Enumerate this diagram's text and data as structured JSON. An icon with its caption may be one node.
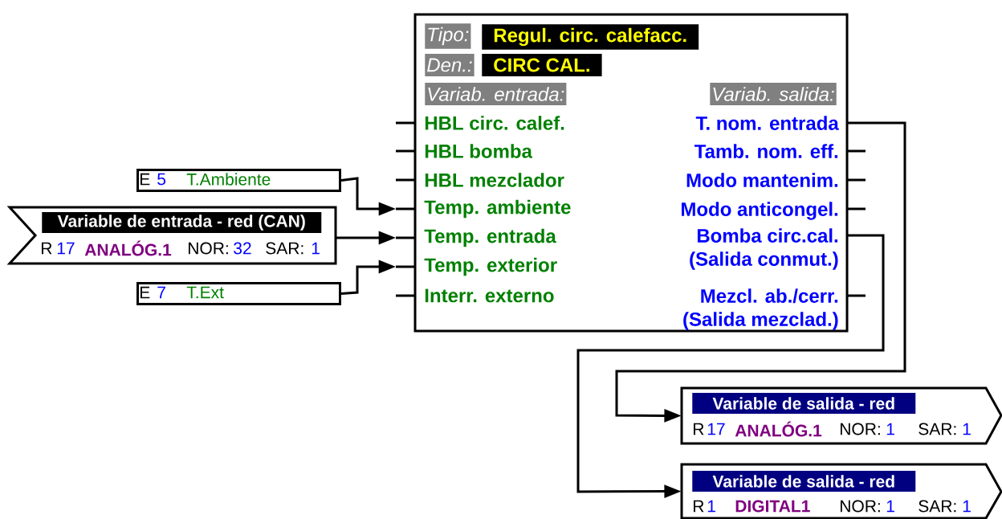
{
  "diagram": {
    "nodes": [
      {
        "text": [
          "Tipo:",
          "Regul. circ. calefacc.",
          "Den.:",
          "CIRC CAL.",
          "Variab. entrada:",
          "Variab. salida:"
        ]
      },
      {
        "text": [
          "HBL circ. calef."
        ],
        "in": 0
      },
      {
        "text": [
          "HBL bomba"
        ],
        "in": 0
      },
      {
        "text": [
          "HBL mezclador"
        ],
        "in": 0
      },
      {
        "text": [
          "Temp. ambiente"
        ],
        "in": 0
      },
      {
        "text": [
          "Temp. entrada"
        ],
        "in": 0
      },
      {
        "text": [
          "Temp. exterior"
        ],
        "in": 0
      },
      {
        "text": [
          "Interr. externo"
        ],
        "in": 0
      },
      {
        "text": [
          "T. nom. entrada"
        ],
        "in": 0
      },
      {
        "text": [
          "Tamb. nom. eff."
        ],
        "in": 0
      },
      {
        "text": [
          "Modo mantenim."
        ],
        "in": 0
      },
      {
        "text": [
          "Modo anticongel."
        ],
        "in": 0
      },
      {
        "text": [
          "Bomba circ.cal. (Salida conmut.)"
        ],
        "in": 0
      },
      {
        "text": [
          "Mezcl. ab./cerr. (Salida mezclad.)"
        ],
        "in": 0
      },
      {
        "text": [
          "E",
          "5",
          "T.Ambiente"
        ]
      },
      {
        "text": [
          "Variable de entrada - red (CAN)",
          "R",
          "17",
          "ANALÓG.1",
          "NOR:",
          "32",
          "SAR:",
          "1"
        ]
      },
      {
        "text": [
          "E",
          "7",
          "T.Ext"
        ]
      },
      {
        "text": [
          "Variable de salida - red",
          "R",
          "17",
          "ANALÓG.1",
          "NOR:",
          "1",
          "SAR:",
          "1"
        ]
      },
      {
        "text": [
          "Variable de salida - red",
          "R",
          "1",
          "DIGITAL1",
          "NOR:",
          "1",
          "SAR:",
          "1"
        ]
      }
    ],
    "edges": [
      {
        "from": 14,
        "to": 4,
        "arrow": "to"
      },
      {
        "from": 15,
        "to": 5,
        "arrow": "to"
      },
      {
        "from": 16,
        "to": 6,
        "arrow": "to"
      },
      {
        "from": 8,
        "to": 17,
        "arrow": "to"
      },
      {
        "from": 12,
        "to": 18,
        "arrow": "to"
      }
    ]
  }
}
